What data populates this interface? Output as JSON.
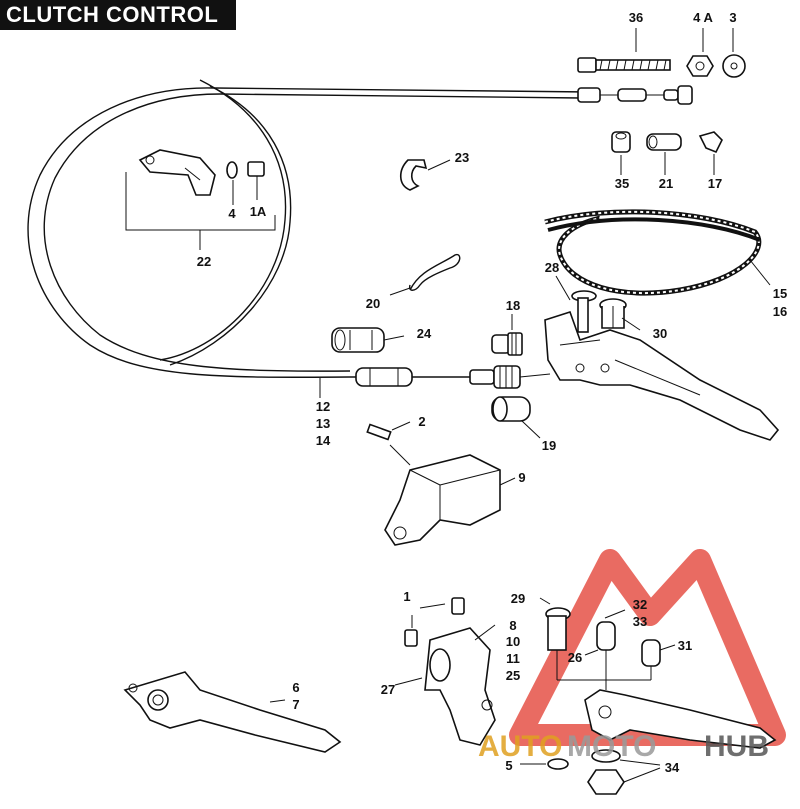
{
  "header": {
    "title": "CLUTCH CONTROL"
  },
  "watermark": {
    "part1": "AUTO",
    "part2": "MOTO",
    "part3": "HUB",
    "color_red": "#e23a2e",
    "color_gray": "#9a9a9a",
    "color_gold": "#e0a020"
  },
  "labels": {
    "l36": "36",
    "l4a": "4 A",
    "l3": "3",
    "l23": "23",
    "l35": "35",
    "l21": "21",
    "l17": "17",
    "l4": "4",
    "l1a": "1A",
    "l22": "22",
    "l28": "28",
    "l15": "15",
    "l16": "16",
    "l20": "20",
    "l18": "18",
    "l30": "30",
    "l24": "24",
    "l12": "12",
    "l13": "13",
    "l14": "14",
    "l2": "2",
    "l19": "19",
    "l9": "9",
    "l29": "29",
    "l32": "32",
    "l33": "33",
    "l1": "1",
    "l8": "8",
    "l10": "10",
    "l11": "11",
    "l25": "25",
    "l26": "26",
    "l31": "31",
    "l6": "6",
    "l7": "7",
    "l27": "27",
    "l5": "5",
    "l34": "34"
  }
}
